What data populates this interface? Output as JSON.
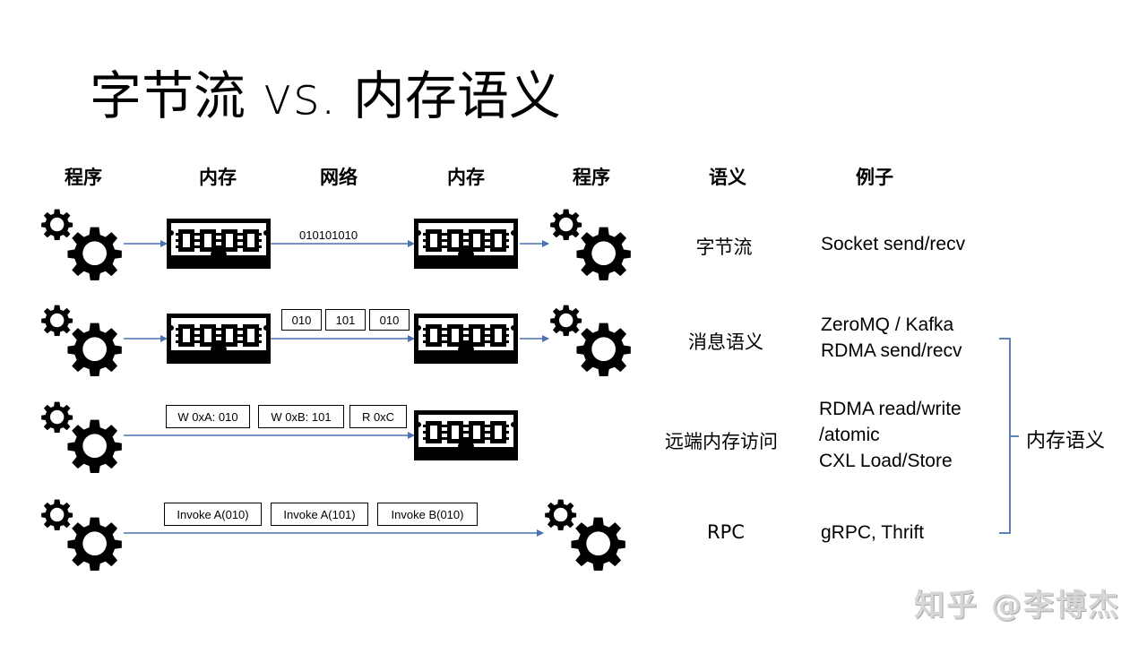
{
  "title": "字节流 vs. 内存语义",
  "column_headers": {
    "program_left": "程序",
    "memory_left": "内存",
    "network": "网络",
    "memory_right": "内存",
    "program_right": "程序",
    "semantics": "语义",
    "examples": "例子"
  },
  "rows": [
    {
      "semantic": "字节流",
      "examples": [
        "Socket send/recv"
      ],
      "network_label": "010101010",
      "packets": []
    },
    {
      "semantic": "消息语义",
      "examples": [
        "ZeroMQ / Kafka",
        "RDMA send/recv"
      ],
      "packets": [
        "010",
        "101",
        "010"
      ]
    },
    {
      "semantic": "远端内存访问",
      "examples": [
        "RDMA read/write",
        "/atomic",
        "CXL Load/Store"
      ],
      "packets": [
        "W 0xA: 010",
        "W 0xB: 101",
        "R 0xC"
      ]
    },
    {
      "semantic": "RPC",
      "examples": [
        "gRPC, Thrift"
      ],
      "packets": [
        "Invoke A(010)",
        "Invoke A(101)",
        "Invoke B(010)"
      ]
    }
  ],
  "bracket_label": "内存语义",
  "watermark": "知乎 @李博杰",
  "colors": {
    "arrow": "#4a72b0",
    "bracket": "#4a72b0",
    "icon": "#000000"
  }
}
